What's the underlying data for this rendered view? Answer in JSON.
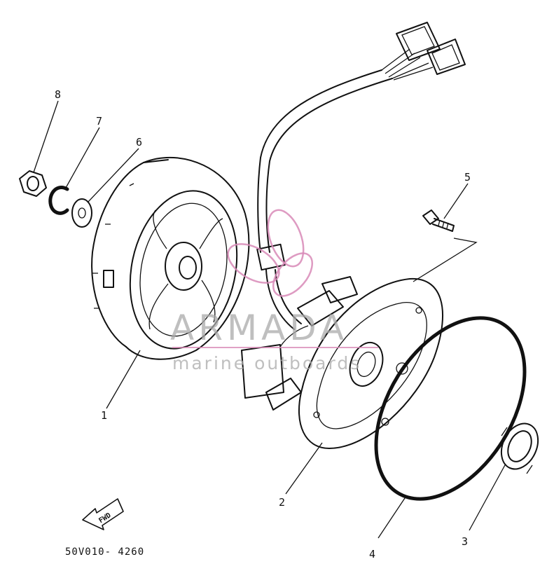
{
  "diagram": {
    "callouts": [
      "1",
      "2",
      "3",
      "4",
      "5",
      "6",
      "7",
      "8"
    ],
    "direction_tag": "FWD",
    "figure_code": "50V010- 4260"
  },
  "watermark": {
    "title": "ARMADA",
    "subtitle": "marine outboards",
    "accent_color": "#d889b7"
  }
}
